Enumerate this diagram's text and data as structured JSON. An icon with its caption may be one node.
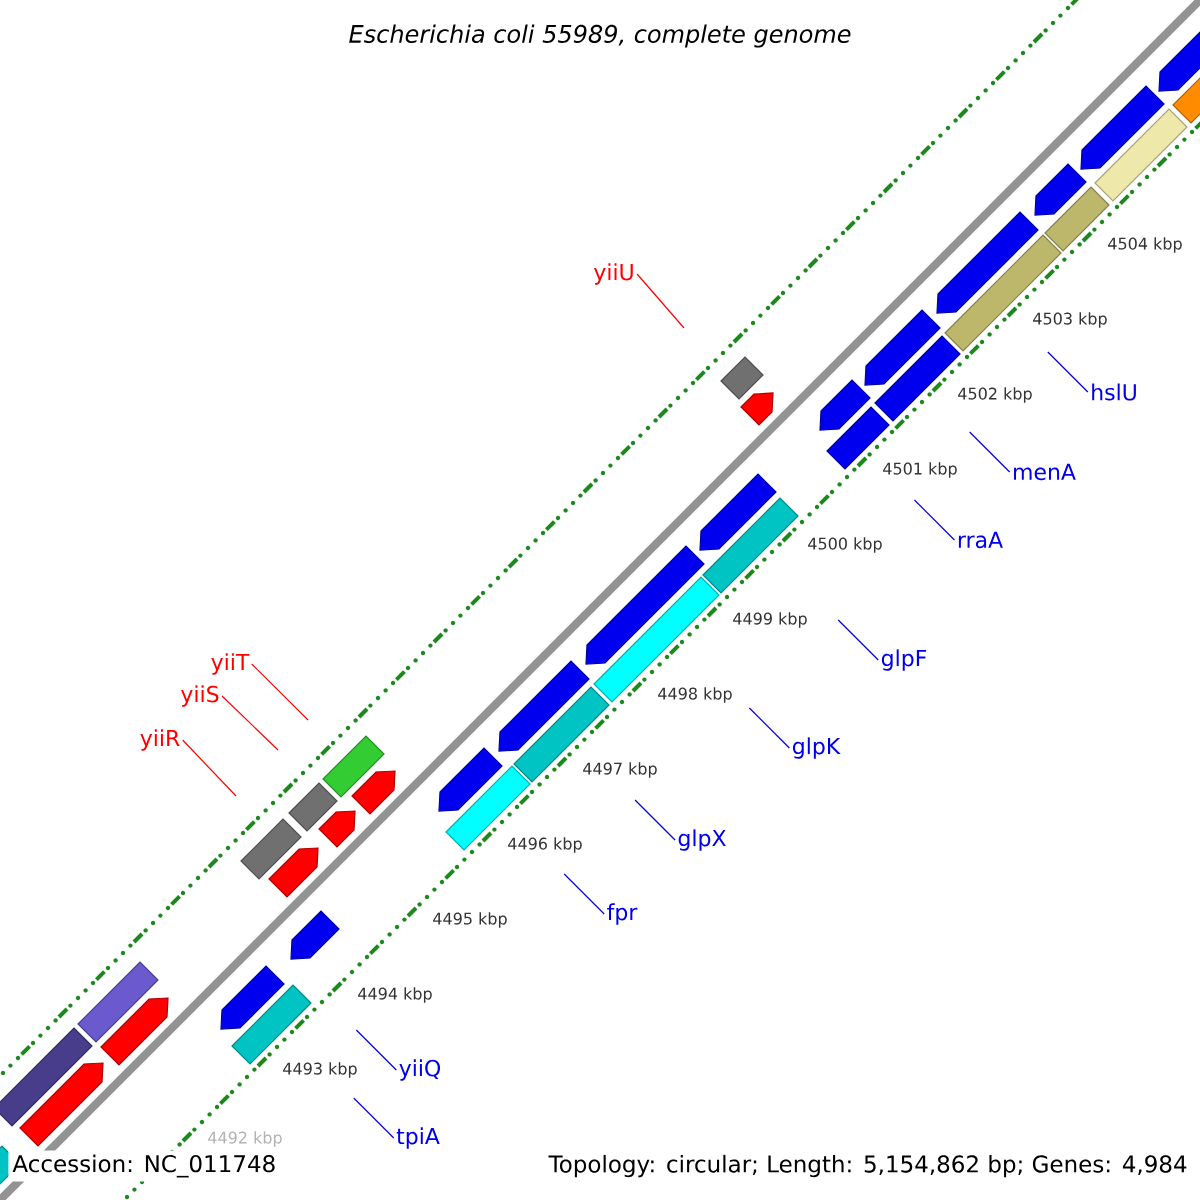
{
  "diagram": {
    "title": "Escherichia coli 55989, complete genome",
    "nodes": [
      {
        "text": [
          "yiiU"
        ]
      },
      {
        "text": [
          "hslU"
        ]
      },
      {
        "text": [
          "menA"
        ]
      },
      {
        "text": [
          "rraA"
        ]
      },
      {
        "text": [
          "glpF"
        ]
      },
      {
        "text": [
          "yiiT"
        ]
      },
      {
        "text": [
          "yiiS"
        ]
      },
      {
        "text": [
          "glpK"
        ]
      },
      {
        "text": [
          "yiiR"
        ]
      },
      {
        "text": [
          "glpX"
        ]
      },
      {
        "text": [
          "fpr"
        ]
      },
      {
        "text": [
          "yiiQ"
        ]
      },
      {
        "text": [
          "tpiA"
        ]
      }
    ],
    "edges": [
      {
        "from": 0,
        "to": null,
        "arrow": "none",
        "color": "#ff0000"
      },
      {
        "from": 1,
        "to": null,
        "arrow": "none"
      },
      {
        "from": 2,
        "to": null,
        "arrow": "none"
      },
      {
        "from": 3,
        "to": null,
        "arrow": "none"
      },
      {
        "from": 4,
        "to": null,
        "arrow": "none"
      },
      {
        "from": 5,
        "to": null,
        "arrow": "none",
        "color": "#ff0000"
      },
      {
        "from": 6,
        "to": null,
        "arrow": "none",
        "color": "#ff0000"
      },
      {
        "from": 7,
        "to": null,
        "arrow": "none"
      },
      {
        "from": 8,
        "to": null,
        "arrow": "none",
        "color": "#ff0000"
      },
      {
        "from": 9,
        "to": null,
        "arrow": "none"
      },
      {
        "from": 10,
        "to": null,
        "arrow": "none"
      },
      {
        "from": 11,
        "to": null,
        "arrow": "none"
      },
      {
        "from": 12,
        "to": null,
        "arrow": "none"
      }
    ],
    "labels": [
      "4504 kbp",
      "4503 kbp",
      "4502 kbp",
      "4501 kbp",
      "4500 kbp",
      "4499 kbp",
      "4498 kbp",
      "4497 kbp",
      "4496 kbp",
      "4495 kbp",
      "4494 kbp",
      "4493 kbp",
      "4492 kbp",
      "Accession: NC_011748",
      "Topology: circular; Length: 5,154,862 bp; Genes: 4,984"
    ]
  }
}
